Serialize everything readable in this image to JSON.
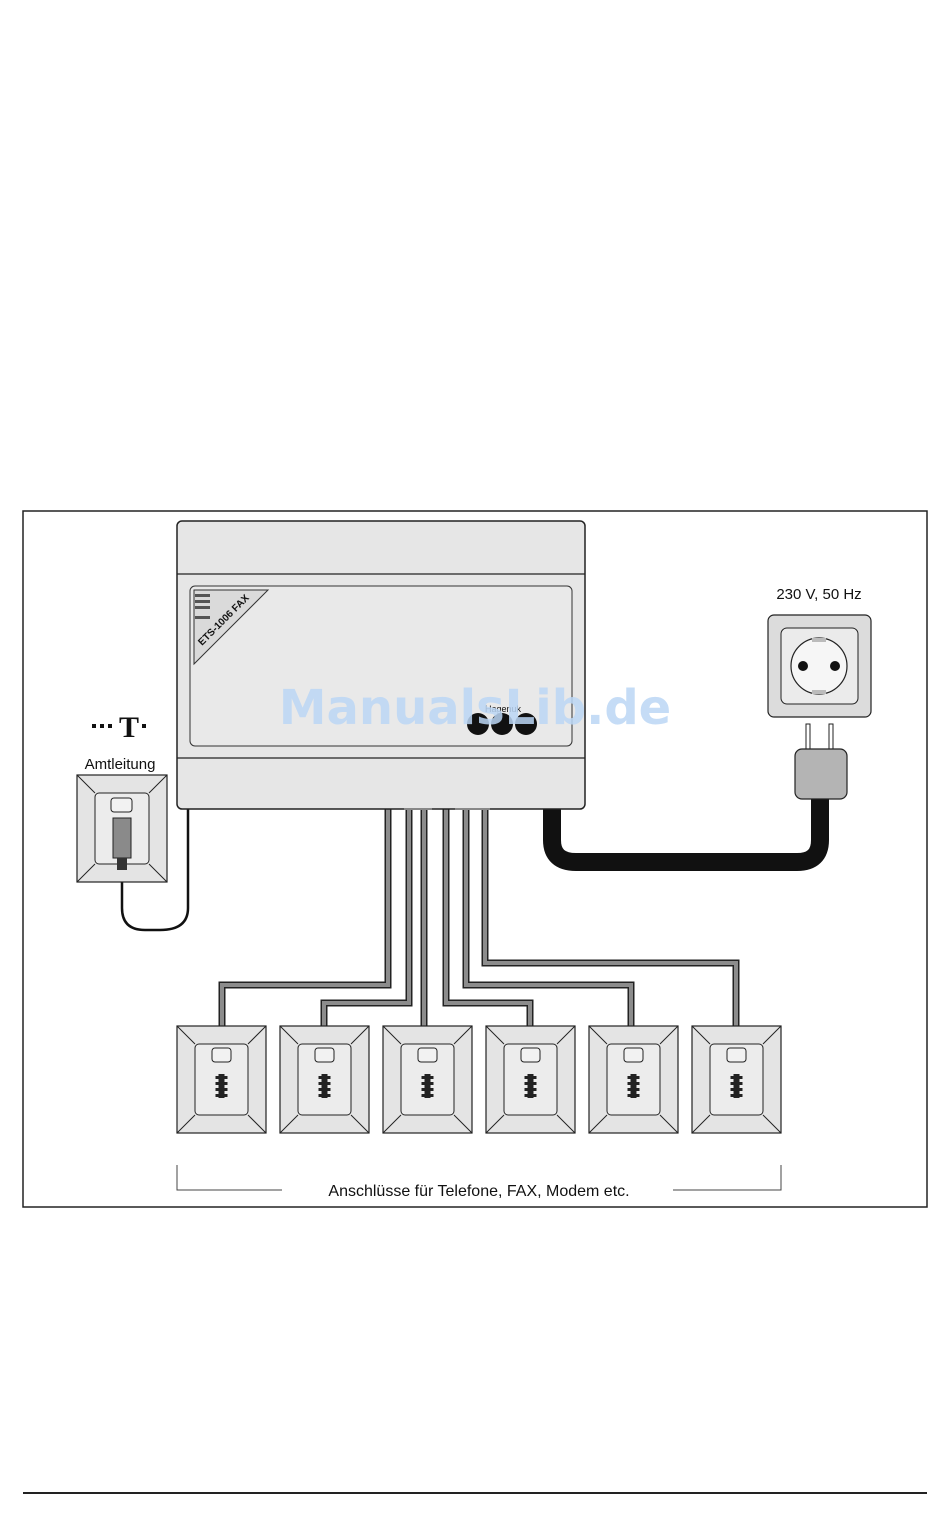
{
  "power": {
    "label": "230 V, 50 Hz"
  },
  "line": {
    "label": "Amtleitung",
    "logo_text": "T"
  },
  "device": {
    "model": "ETS-1006 FAX",
    "brand": "Hagenuk"
  },
  "watermark": {
    "text": "ManualsLib.de",
    "color": "#bcd7f5"
  },
  "outlets": {
    "caption": "Anschlüsse für Telefone, FAX, Modem etc.",
    "count": 6
  },
  "colors": {
    "outline": "#222222",
    "device_fill": "#e6e6e6",
    "outlet_fill": "#e4e4e4",
    "cable_fill": "#8c8c8c",
    "power_cable": "#111111"
  }
}
